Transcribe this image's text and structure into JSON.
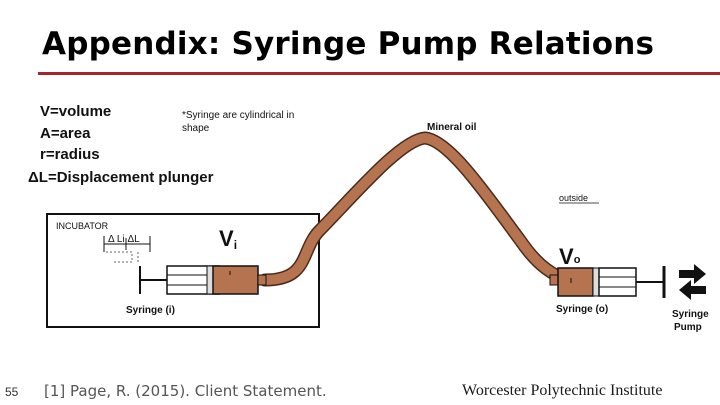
{
  "slide": {
    "title": "Appendix: Syringe Pump Relations",
    "accent_color": "#a8242c",
    "page_number": "55",
    "citation": "[1] Page, R. (2015). Client Statement.",
    "institution": "Worcester Polytechnic Institute"
  },
  "diagram": {
    "definitions": [
      "V=volume",
      "A=area",
      "r=radius",
      "ΔL=Displacement plunger"
    ],
    "note_line1": "*Syringe are cylindrical in",
    "note_line2": "shape",
    "mineral_oil_label": "Mineral oil",
    "outside_label": "outside",
    "incubator_label": "INCUBATOR",
    "delta_li_label": "Δ Li  ΔL",
    "vi_label": "V",
    "vi_sub": "i",
    "vo_label": "V",
    "vo_sub": "o",
    "syringe_i_label": "Syringe (i)",
    "syringe_o_label": "Syringe (o)",
    "pump_label_line1": "Syringe",
    "pump_label_line2": "Pump",
    "tube_color": "#b5734f",
    "tube_outline": "#4a2a1a"
  }
}
